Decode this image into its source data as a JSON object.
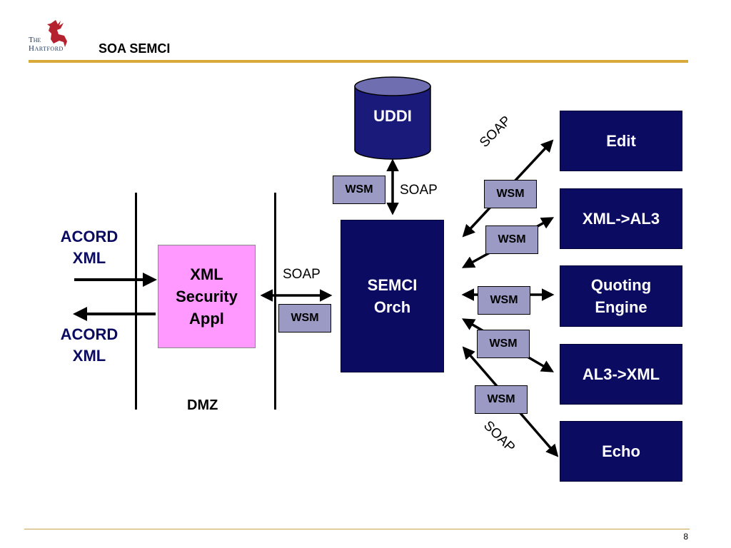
{
  "header": {
    "title": "SOA SEMCI",
    "logo": {
      "line1": "The",
      "line2": "Hartford",
      "icon": "stag-icon"
    }
  },
  "footer": {
    "page_number": "8"
  },
  "diagram": {
    "acord_in": [
      "ACORD",
      "XML"
    ],
    "acord_out": [
      "ACORD",
      "XML"
    ],
    "security_appl": [
      "XML",
      "Security",
      "Appl"
    ],
    "dmz_label": "DMZ",
    "left_soap": "SOAP",
    "left_wsm": "WSM",
    "uddi": "UDDI",
    "uddi_wsm": "WSM",
    "uddi_soap": "SOAP",
    "orch": [
      "SEMCI",
      "Orch"
    ],
    "soap_top": "SOAP",
    "soap_bottom": "SOAP",
    "services": [
      {
        "label": [
          "Edit"
        ]
      },
      {
        "label": [
          "XML->AL3"
        ]
      },
      {
        "label": [
          "Quoting",
          "Engine"
        ]
      },
      {
        "label": [
          "AL3->XML"
        ]
      },
      {
        "label": [
          "Echo"
        ]
      }
    ],
    "service_wsm": [
      "WSM",
      "WSM",
      "WSM",
      "WSM",
      "WSM"
    ]
  },
  "colors": {
    "navy": "#0b0b61",
    "wsm_fill": "#9a9ac4",
    "pink": "#ff99ff",
    "gold_rule": "#d9a93a",
    "uddi_body": "#1a1a7a",
    "uddi_top": "#6e6eb0"
  }
}
